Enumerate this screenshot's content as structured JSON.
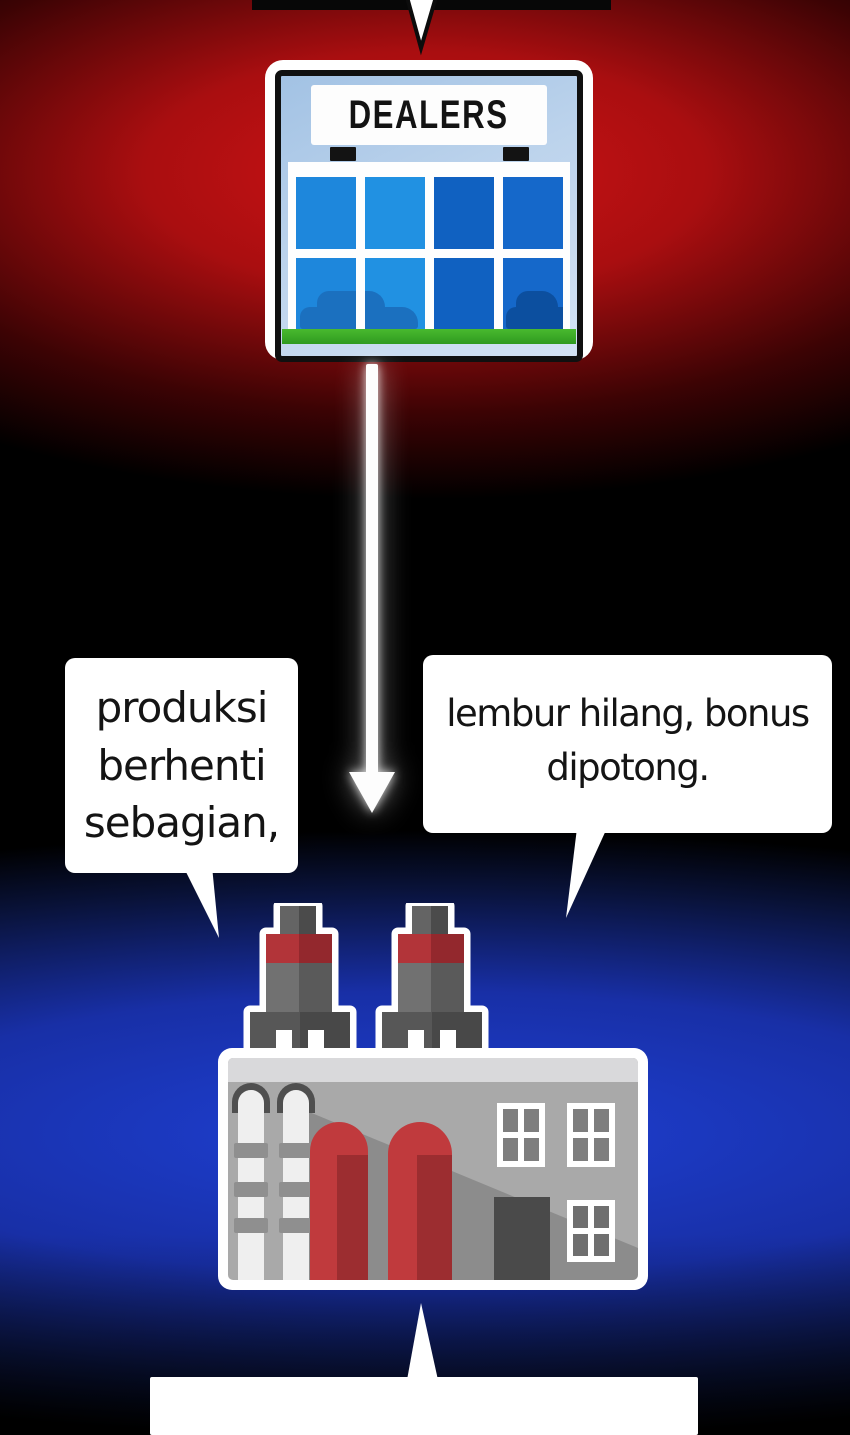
{
  "comic": {
    "dealers": {
      "sign": "DEALERS"
    },
    "speech": {
      "left": {
        "lines": [
          "produksi",
          "berhenti",
          "sebagian,"
        ]
      },
      "right": {
        "lines": [
          "lembur hilang, bonus",
          "dipotong."
        ]
      },
      "bottom": {
        "text": ""
      }
    },
    "colors": {
      "top_glow_red": "#c81214",
      "bottom_glow_blue": "#1e40d4",
      "bubble_bg": "#ffffff",
      "text": "#141414",
      "dealer_window_blue_light": "#1e87dc",
      "dealer_window_blue_dark": "#1061c1",
      "grass_green": "#3fae2a",
      "silo_red": "#c23a3c",
      "factory_gray": "#a9a9a9",
      "chimney_band_red": "#b23439"
    }
  }
}
